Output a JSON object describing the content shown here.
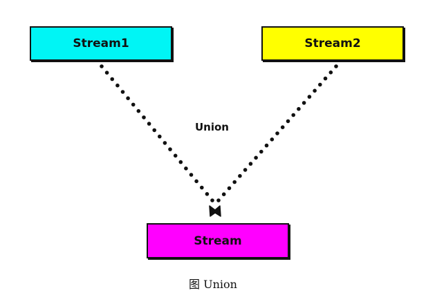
{
  "diagram": {
    "nodes": {
      "stream1": {
        "label": "Stream1",
        "color": "#00f5f5"
      },
      "stream2": {
        "label": "Stream2",
        "color": "#ffff00"
      },
      "stream": {
        "label": "Stream",
        "color": "#ff00ff"
      }
    },
    "edges": [
      {
        "from": "stream1",
        "to": "stream",
        "style": "dotted"
      },
      {
        "from": "stream2",
        "to": "stream",
        "style": "dotted"
      }
    ],
    "edge_label": "Union"
  },
  "caption": "图  Union"
}
